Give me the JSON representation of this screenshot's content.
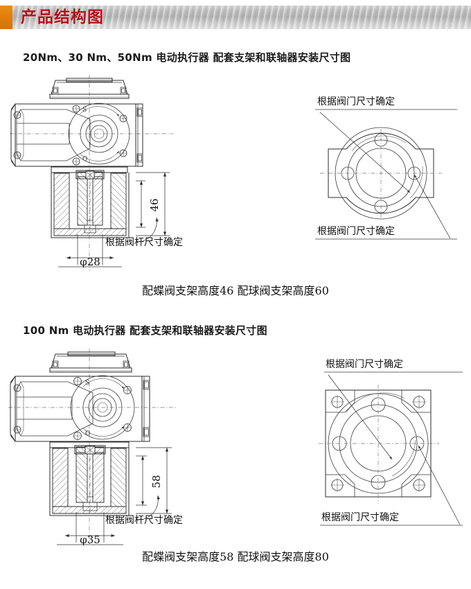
{
  "header": {
    "title": "产品结构图",
    "accent_color": "#e07c0a",
    "title_color": "#b31217"
  },
  "sections": [
    {
      "id": "section-20-50nm",
      "title": "20Nm、30 Nm、50Nm 电动执行器  配套支架和联轴器安装尺寸图",
      "caption": "配蝶阀支架高度46  配球阀支架高度60",
      "left_drawing": {
        "name": "actuator-bracket-assembly-front-view",
        "rotation_marks": [
          "S",
          "O"
        ],
        "height_dimension": "46",
        "bore_dimension": "φ28",
        "stem_note": "根据阀杆尺寸确定"
      },
      "right_drawing": {
        "name": "valve-flange-top-view",
        "note_top": "根据阀门尺寸确定",
        "note_bottom": "根据阀门尺寸确定",
        "bolt_hole_count": 4
      }
    },
    {
      "id": "section-100nm",
      "title": "100 Nm 电动执行器  配套支架和联轴器安装尺寸图",
      "caption": "配蝶阀支架高度58  配球阀支架高度80",
      "left_drawing": {
        "name": "actuator-bracket-assembly-front-view",
        "rotation_marks": [
          "S",
          "O"
        ],
        "height_dimension": "58",
        "bore_dimension": "φ35",
        "stem_note": "根据阀杆尺寸确定"
      },
      "right_drawing": {
        "name": "valve-flange-top-view",
        "note_top": "根据阀门尺寸确定",
        "note_bottom": "根据阀门尺寸确定",
        "bolt_hole_count": 4,
        "corner_hole_count": 4
      }
    }
  ]
}
